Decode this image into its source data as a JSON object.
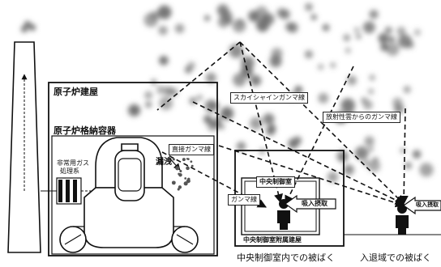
{
  "labels": {
    "reactor_building": "原子炉建屋",
    "containment_vessel": "原子炉格納容器",
    "emergency_gas_treatment_line1": "非常用ガス",
    "emergency_gas_treatment_line2": "処理系",
    "leak": "漏洩",
    "direct_gamma": "直接ガンマ線",
    "skyshine_gamma": "スカイシャインガンマ線",
    "cloud_gamma": "放射性雲からのガンマ線",
    "control_room": "中央制御室",
    "gamma_ray": "ガンマ線",
    "inhalation_control_room": "吸入摂取",
    "inhalation_entry": "吸入摂取",
    "control_room_annex": "中央制御室附属建屋",
    "exposure_control_room": "中央制御室内での被ばく",
    "exposure_entry_area": "入退域での被ばく"
  },
  "icons": [
    "stack-icon",
    "person-icon",
    "reactor-vessel-icon",
    "filter-icon",
    "arrow-icon"
  ]
}
